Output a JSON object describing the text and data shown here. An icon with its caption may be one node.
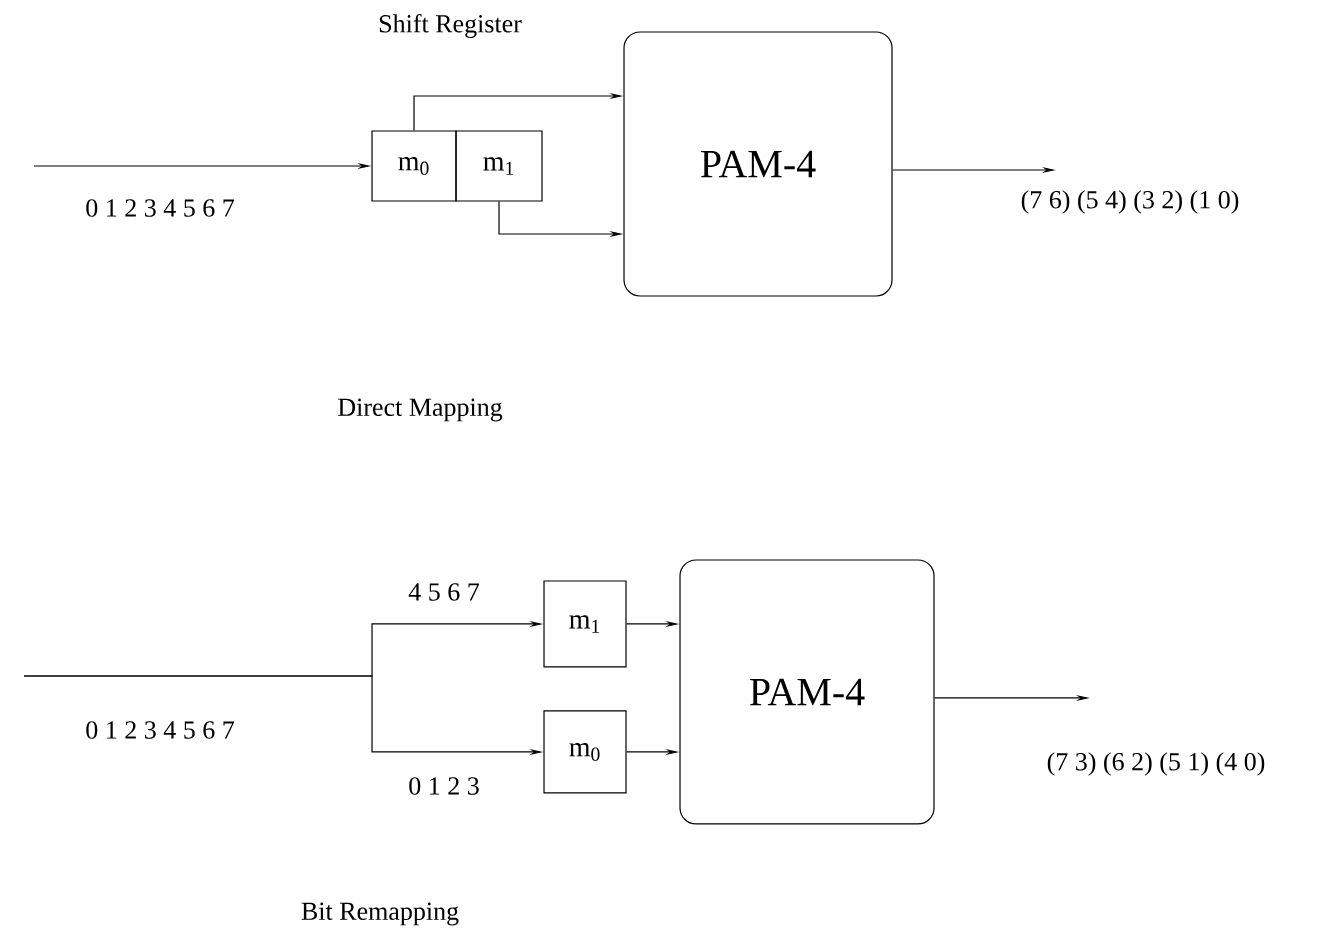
{
  "diagram": {
    "nodes": [
      {
        "text": [
          "m$_{0}$"
        ]
      },
      {
        "text": [
          "m$_{1}$"
        ]
      },
      {
        "text": [
          "PAM-4"
        ]
      },
      {
        "text": [
          "m$_{1}$"
        ]
      },
      {
        "text": [
          "m$_{0}$"
        ]
      },
      {
        "text": [
          "PAM-4"
        ]
      }
    ],
    "edges": [
      {
        "from": null,
        "to": 0,
        "arrow": "to",
        "label": "0 1 2 3 4 5 6 7"
      },
      {
        "from": 0,
        "to": 2,
        "arrow": "to"
      },
      {
        "from": 1,
        "to": 2,
        "arrow": "to"
      },
      {
        "from": 2,
        "to": null,
        "arrow": "to",
        "label": "(7 6) (5 4) (3 2) (1 0)"
      },
      {
        "from": null,
        "to": 3,
        "arrow": "to",
        "label": "4 5 6 7"
      },
      {
        "from": null,
        "to": 4,
        "arrow": "to",
        "label": "0 1 2 3"
      },
      {
        "from": 3,
        "to": 5,
        "arrow": "to"
      },
      {
        "from": 4,
        "to": 5,
        "arrow": "to"
      },
      {
        "from": 5,
        "to": null,
        "arrow": "to",
        "label": "(7 3) (6 2) (5 1) (4 0)"
      }
    ],
    "labels": [
      "Shift Register",
      "Direct Mapping",
      "0 1 2 3 4 5 6 7",
      "Bit Remapping"
    ]
  }
}
